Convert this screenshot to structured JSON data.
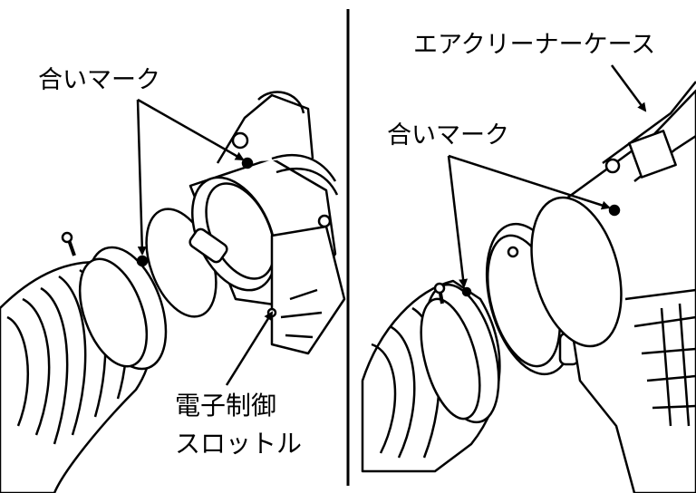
{
  "colors": {
    "ink": "#000000",
    "paper": "#ffffff"
  },
  "labels": {
    "match_mark_left": "合いマーク",
    "match_mark_right": "合いマーク",
    "air_cleaner_case": "エアクリーナーケース",
    "throttle_line1": "電子制御",
    "throttle_line2": "スロットル"
  }
}
